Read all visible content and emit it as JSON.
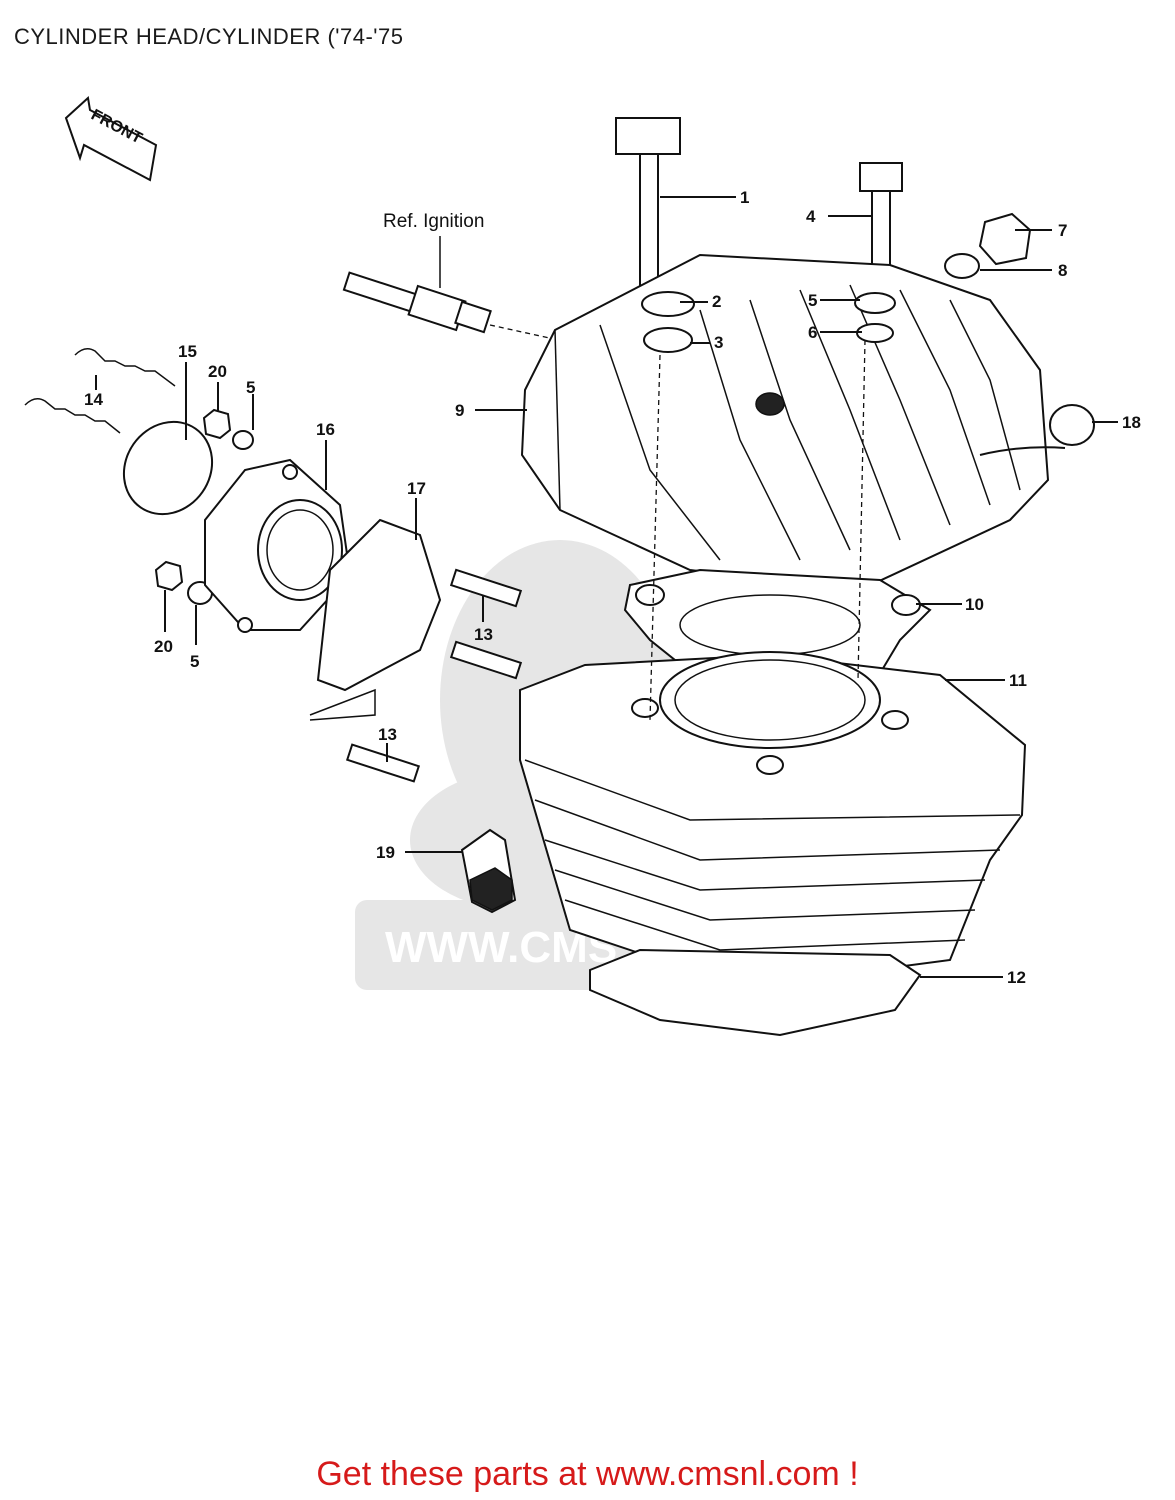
{
  "title": "CYLINDER HEAD/CYLINDER ('74-'75",
  "front_label": "FRONT",
  "ref_label": "Ref. Ignition",
  "watermark_text": "WWW.CMS",
  "cta": "Get these parts at www.cmsnl.com !",
  "callouts": {
    "c1": "1",
    "c2": "2",
    "c3": "3",
    "c4": "4",
    "c5a": "5",
    "c6": "6",
    "c7": "7",
    "c8": "8",
    "c9": "9",
    "c10": "10",
    "c11": "11",
    "c12": "12",
    "c13a": "13",
    "c13b": "13",
    "c14": "14",
    "c15": "15",
    "c16": "16",
    "c17": "17",
    "c18": "18",
    "c19": "19",
    "c20a": "20",
    "c5b": "5",
    "c20b": "20",
    "c5c": "5"
  },
  "colors": {
    "cta": "#d61a1a",
    "ink": "#111111",
    "watermark": "#e6e6e6"
  }
}
